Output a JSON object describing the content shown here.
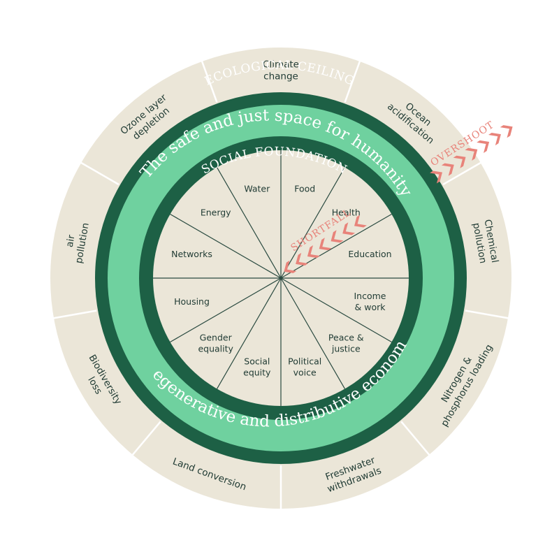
{
  "diagram": {
    "ceiling_label": "ECOLOGICAL CEILING",
    "foundation_label": "SOCIAL FOUNDATION",
    "safe_space_label": "The safe and just space for humanity",
    "economy_label": "Regenerative and distributive economy",
    "overshoot_label": "OVERSHOOT",
    "shortfall_label": "SHORTFALL",
    "ecological_dimensions": [
      {
        "lines": [
          "Climate",
          "change"
        ]
      },
      {
        "lines": [
          "Ocean",
          "acidification"
        ]
      },
      {
        "lines": [
          "Chemical",
          "pollution"
        ]
      },
      {
        "lines": [
          "Nitrogen &",
          "phosphorus loading"
        ]
      },
      {
        "lines": [
          "Freshwater",
          "withdrawals"
        ]
      },
      {
        "lines": [
          "Land conversion"
        ]
      },
      {
        "lines": [
          "Biodiversity",
          "loss"
        ]
      },
      {
        "lines": [
          "air",
          "pollution"
        ]
      },
      {
        "lines": [
          "Ozone layer",
          "depletion"
        ]
      }
    ],
    "social_dimensions": [
      {
        "lines": [
          "Food"
        ]
      },
      {
        "lines": [
          "Health"
        ]
      },
      {
        "lines": [
          "Education"
        ]
      },
      {
        "lines": [
          "Income",
          "& work"
        ]
      },
      {
        "lines": [
          "Peace &",
          "justice"
        ]
      },
      {
        "lines": [
          "Political",
          "voice"
        ]
      },
      {
        "lines": [
          "Social",
          "equity"
        ]
      },
      {
        "lines": [
          "Gender",
          "equality"
        ]
      },
      {
        "lines": [
          "Housing"
        ]
      },
      {
        "lines": [
          "Networks"
        ]
      },
      {
        "lines": [
          "Energy"
        ]
      },
      {
        "lines": [
          "Water"
        ]
      }
    ],
    "colors": {
      "beige": "#ebe6d8",
      "dark_green": "#1d6045",
      "light_green": "#6fd19f",
      "inner_fill": "#ebe6d8",
      "line": "#2a4a40",
      "arrow": "#e8837a",
      "white": "#ffffff"
    }
  }
}
